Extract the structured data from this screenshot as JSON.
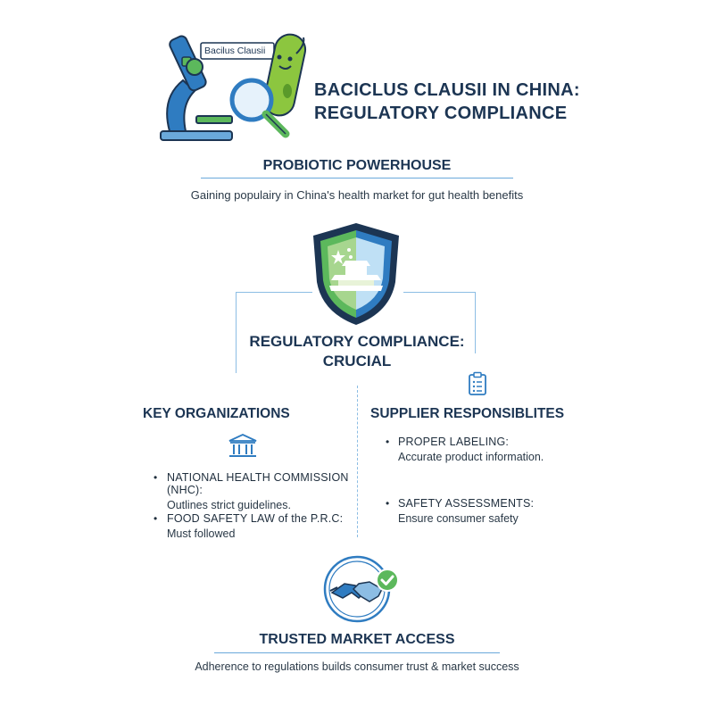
{
  "header": {
    "title_line1": "BACICLUS CLAUSII IN CHINA:",
    "title_line2": "REGULATORY COMPLIANCE",
    "microscope_label": "Bacilus Clausii"
  },
  "powerhouse": {
    "heading": "PROBIOTIC POWERHOUSE",
    "text": "Gaining populairy in China's health market for gut health benefits"
  },
  "compliance": {
    "heading_line1": "REGULATORY COMPLIANCE:",
    "heading_line2": "CRUCIAL"
  },
  "organizations": {
    "heading": "KEY ORGANIZATIONS",
    "items": [
      {
        "title": "NATIONAL HEALTH COMMISSION (NHC):",
        "body": "Outlines strict guidelines."
      },
      {
        "title": "FOOD SAFETY LAW of the P.R.C:",
        "body": "Must followed"
      }
    ]
  },
  "suppliers": {
    "heading": "SUPPLIER RESPONSIBLITES",
    "items": [
      {
        "title": "PROPER LABELING:",
        "body": "Accurate product information."
      },
      {
        "title": "SAFETY ASSESSMENTS:",
        "body": "Ensure consumer safety"
      }
    ]
  },
  "access": {
    "heading": "TRUSTED MARKET ACCESS",
    "text": "Adherence to regulations builds consumer trust & market success"
  },
  "bullet_glyph": "•",
  "colors": {
    "navy": "#1c3553",
    "blue": "#2f7cc1",
    "light_blue": "#6aa9db",
    "green": "#5cb85c"
  },
  "icons": [
    "microscope-icon",
    "bacterium-icon",
    "magnifier-icon",
    "shield-icon",
    "clipboard-icon",
    "government-building-icon",
    "handshake-icon",
    "checkmark-icon"
  ]
}
